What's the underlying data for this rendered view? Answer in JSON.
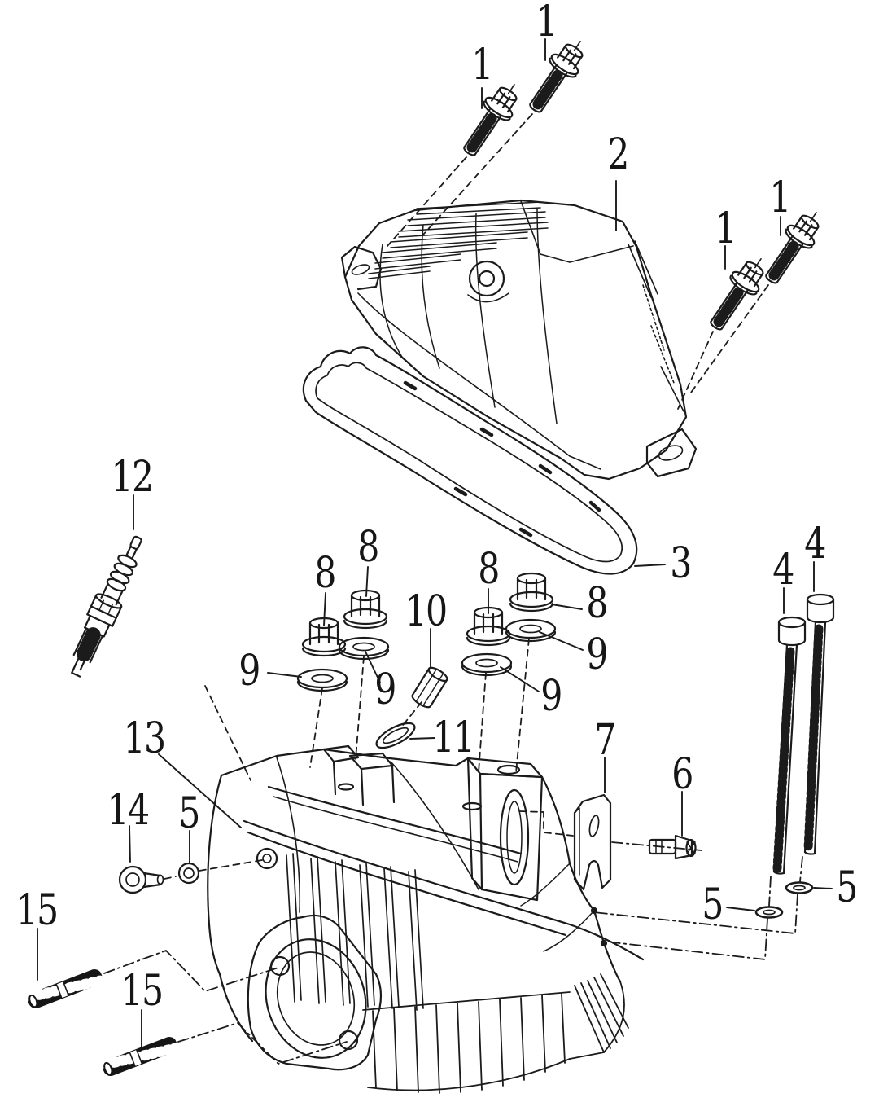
{
  "figure": {
    "type": "exploded-parts-diagram",
    "background_color": "#ffffff",
    "line_color": "#1b1b1b",
    "stud_fill_color": "#161616"
  },
  "callouts": [
    {
      "label": "1"
    },
    {
      "label": "1"
    },
    {
      "label": "1"
    },
    {
      "label": "1"
    },
    {
      "label": "2"
    },
    {
      "label": "3"
    },
    {
      "label": "4"
    },
    {
      "label": "4"
    },
    {
      "label": "5"
    },
    {
      "label": "5"
    },
    {
      "label": "5"
    },
    {
      "label": "6"
    },
    {
      "label": "7"
    },
    {
      "label": "8"
    },
    {
      "label": "8"
    },
    {
      "label": "8"
    },
    {
      "label": "8"
    },
    {
      "label": "9"
    },
    {
      "label": "9"
    },
    {
      "label": "9"
    },
    {
      "label": "9"
    },
    {
      "label": "10"
    },
    {
      "label": "11"
    },
    {
      "label": "12"
    },
    {
      "label": "13"
    },
    {
      "label": "14"
    },
    {
      "label": "15"
    },
    {
      "label": "15"
    }
  ]
}
